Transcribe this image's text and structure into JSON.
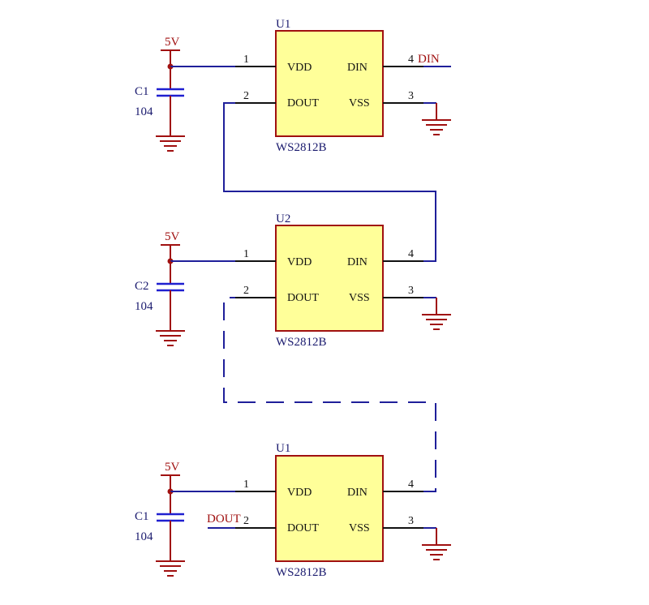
{
  "colors": {
    "wire": "#1f1f9a",
    "power": "#a01010",
    "chip_fill": "#ffff99",
    "chip_border": "#a01010",
    "pin_line": "#111111",
    "cap": "#1f1fd0"
  },
  "stages": [
    {
      "ref": "U1",
      "part": "WS2812B",
      "pins": {
        "vdd": "VDD",
        "din": "DIN",
        "dout": "DOUT",
        "vss": "VSS"
      },
      "pin_numbers": {
        "vdd": "1",
        "dout": "2",
        "vss": "3",
        "din": "4"
      },
      "power_label": "5V",
      "cap_ref": "C1",
      "cap_value": "104",
      "net_in": "DIN",
      "net_out": ""
    },
    {
      "ref": "U2",
      "part": "WS2812B",
      "pins": {
        "vdd": "VDD",
        "din": "DIN",
        "dout": "DOUT",
        "vss": "VSS"
      },
      "pin_numbers": {
        "vdd": "1",
        "dout": "2",
        "vss": "3",
        "din": "4"
      },
      "power_label": "5V",
      "cap_ref": "C2",
      "cap_value": "104",
      "net_in": "",
      "net_out": ""
    },
    {
      "ref": "U1",
      "part": "WS2812B",
      "pins": {
        "vdd": "VDD",
        "din": "DIN",
        "dout": "DOUT",
        "vss": "VSS"
      },
      "pin_numbers": {
        "vdd": "1",
        "dout": "2",
        "vss": "3",
        "din": "4"
      },
      "power_label": "5V",
      "cap_ref": "C1",
      "cap_value": "104",
      "net_in": "",
      "net_out": "DOUT"
    }
  ]
}
